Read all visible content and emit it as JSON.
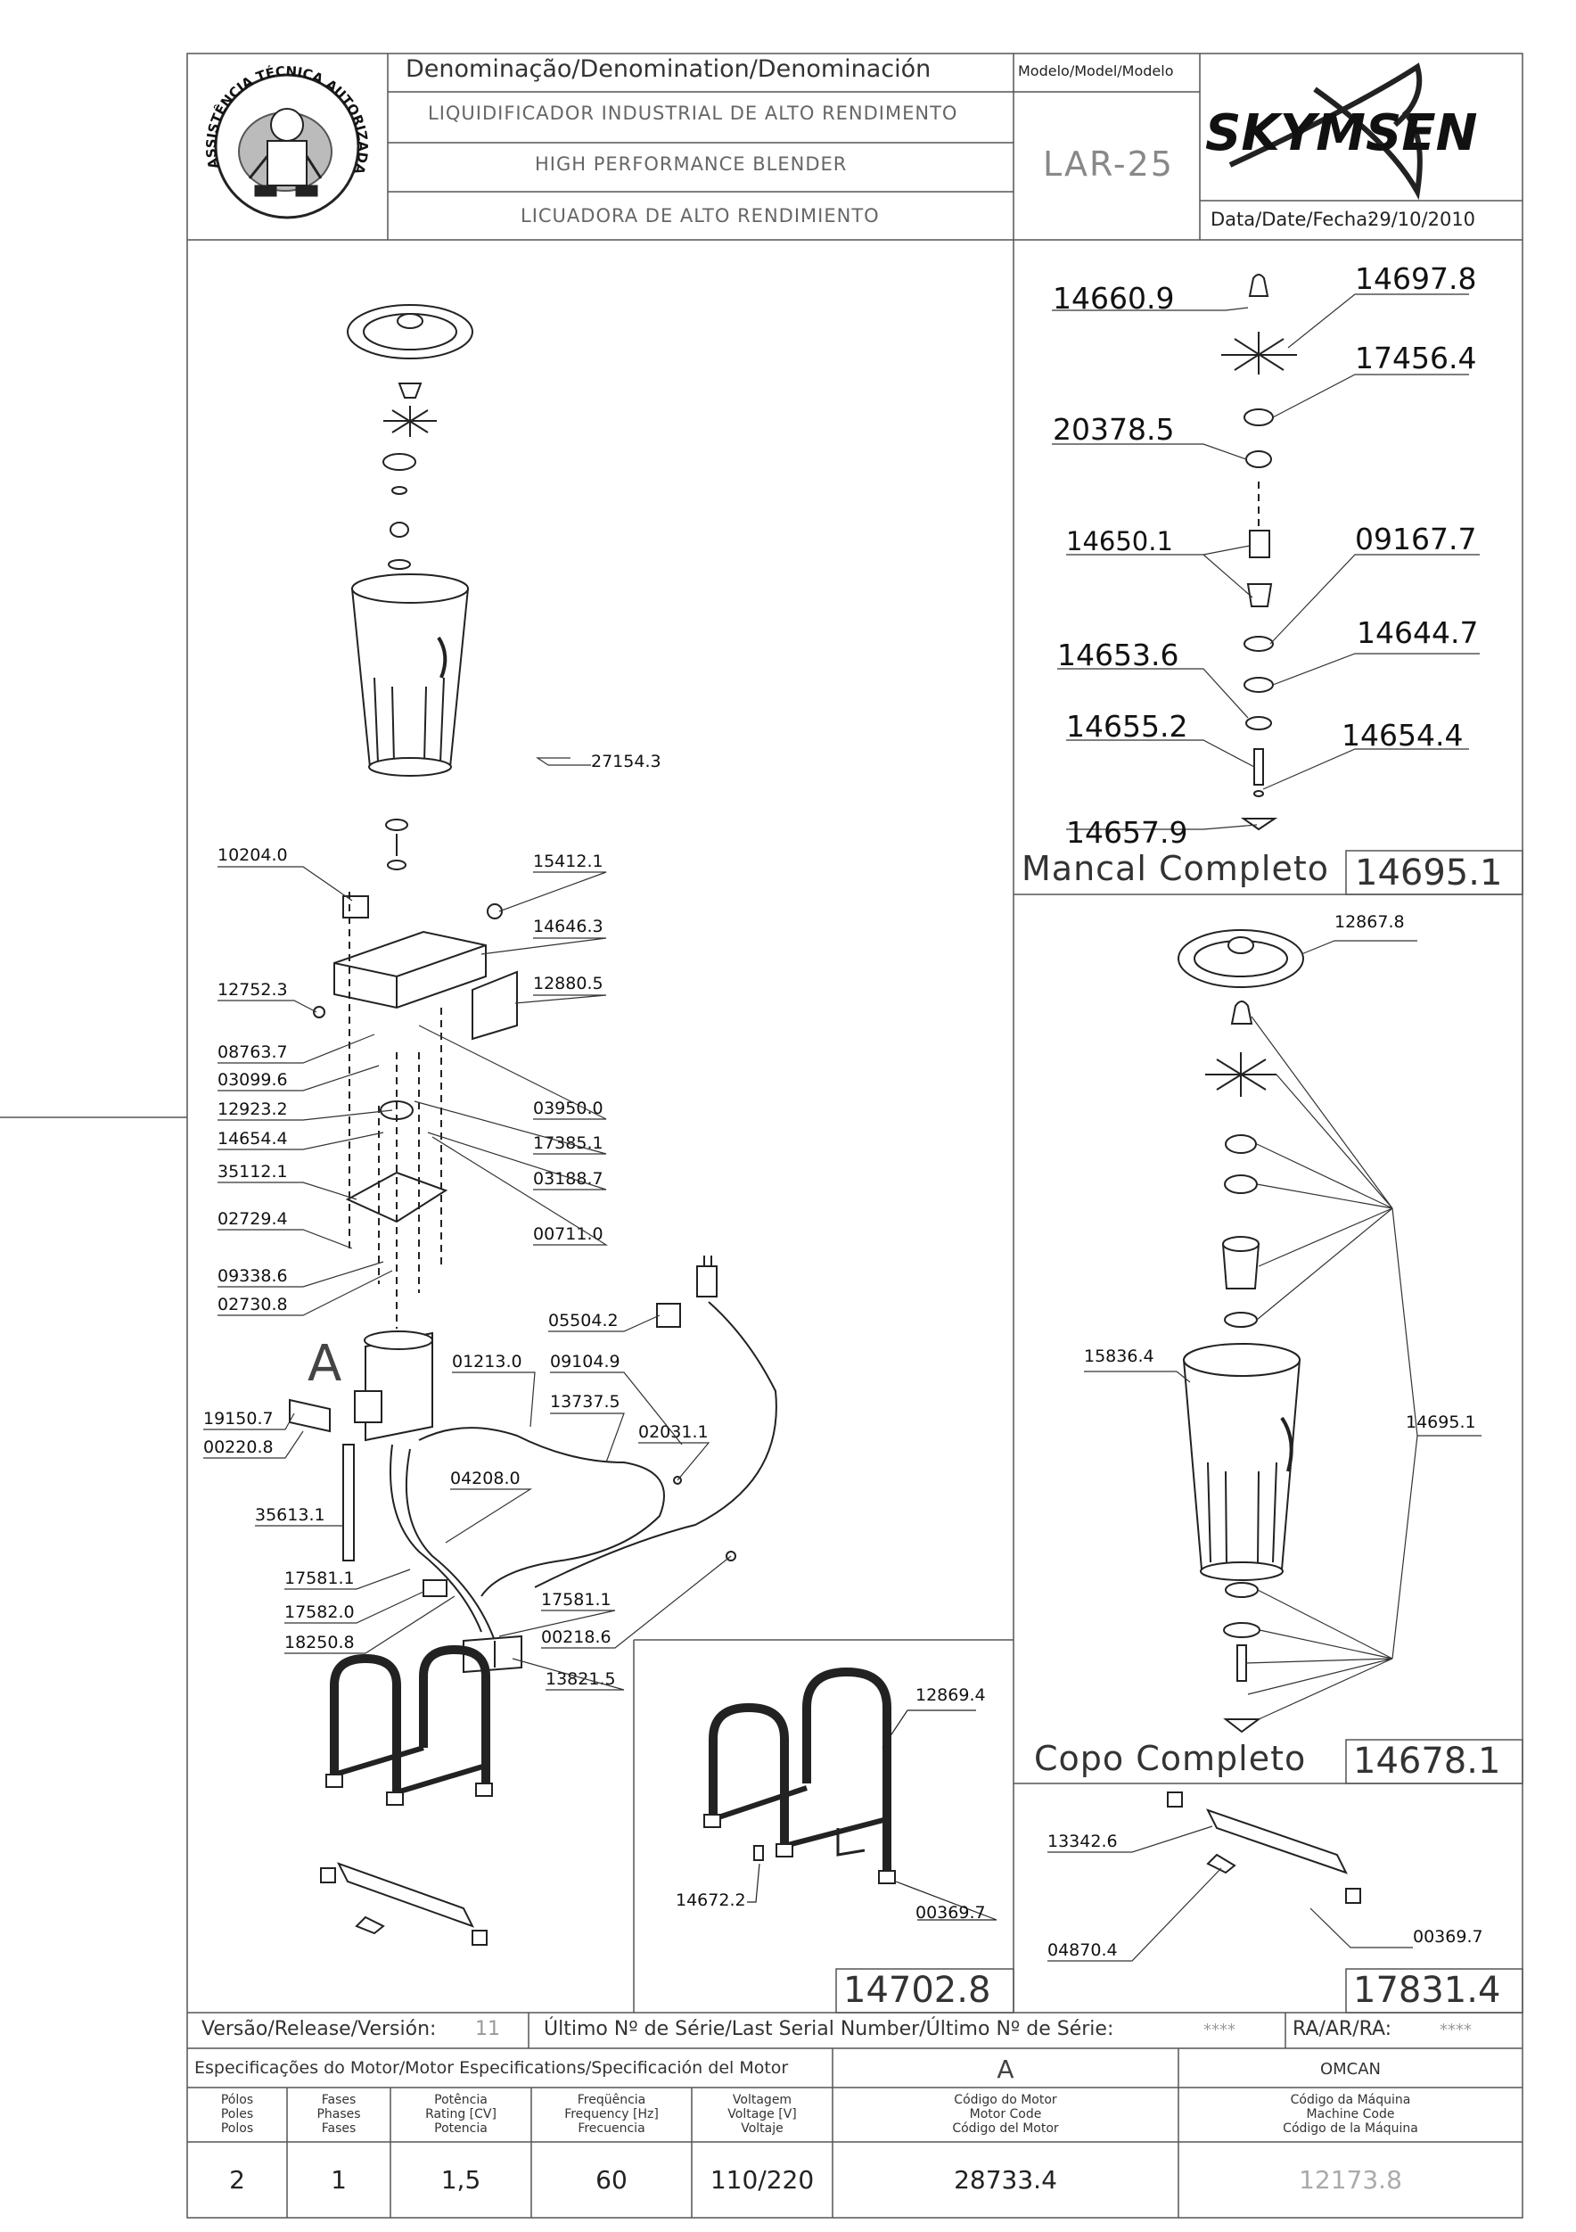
{
  "header": {
    "denomination_label": "Denominação/Denomination/Denominación",
    "line_pt": "LIQUIDIFICADOR INDUSTRIAL DE ALTO RENDIMENTO",
    "line_en": "HIGH PERFORMANCE BLENDER",
    "line_es": "LICUADORA DE ALTO RENDIMIENTO",
    "model_label": "Modelo/Model/Modelo",
    "model_value": "LAR-25",
    "brand": "SKYMSEN",
    "date_label": "Data/Date/Fecha:",
    "date_value": "29/10/2010"
  },
  "seal": {
    "text": "ASSISTÊNCIA TÉCNICA AUTORIZADA"
  },
  "main_parts": [
    "27154.3",
    "10204.0",
    "15412.1",
    "14646.3",
    "12752.3",
    "12880.5",
    "08763.7",
    "03099.6",
    "03950.0",
    "12923.2",
    "17385.1",
    "14654.4",
    "03188.7",
    "35112.1",
    "00711.0",
    "02729.4",
    "09338.6",
    "02730.8",
    "05504.2",
    "01213.0",
    "09104.9",
    "13737.5",
    "19150.7",
    "00220.8",
    "02031.1",
    "04208.0",
    "35613.1",
    "17581.1",
    "17582.0",
    "17581.1",
    "00218.6",
    "18250.8",
    "13821.5"
  ],
  "motor_marker": "A",
  "bearing_panel": {
    "parts": [
      "14660.9",
      "14697.8",
      "17456.4",
      "20378.5",
      "14650.1",
      "09167.7",
      "14644.7",
      "14653.6",
      "14655.2",
      "14654.4",
      "14657.9"
    ],
    "title": "Mancal Completo",
    "code": "14695.1"
  },
  "cup_panel": {
    "parts": [
      "12867.8",
      "15836.4",
      "14695.1"
    ],
    "title": "Copo Completo",
    "code": "14678.1"
  },
  "stand_panel": {
    "parts": [
      "12869.4",
      "14672.2",
      "00369.7"
    ],
    "code": "14702.8"
  },
  "foot_panel": {
    "parts": [
      "13342.6",
      "04870.4",
      "00369.7"
    ],
    "code": "17831.4"
  },
  "footer": {
    "release_label": "Versão/Release/Versión:",
    "release_value": "11",
    "serial_label": "Último Nº de Série/Last Serial Number/Último Nº de Série:",
    "serial_value": "****",
    "ra_label": "RA/AR/RA:",
    "ra_value": "****",
    "motor_spec_label": "Especificações do Motor/Motor Especifications/Specificación del Motor",
    "motor_marker": "A",
    "omcan_label": "OMCAN",
    "col_poles": "Pólos\nPoles\nPolos",
    "col_phases": "Fases\nPhases\nFases",
    "col_rating": "Potência\nRating [CV]\nPotencia",
    "col_freq": "Freqüência\nFrequency [Hz]\nFrecuencia",
    "col_voltage": "Voltagem\nVoltage [V]\nVoltaje",
    "col_motor_code": "Código do Motor\nMotor Code\nCódigo del Motor",
    "col_machine_code": "Código da Máquina\nMachine Code\nCódigo de la Máquina",
    "val_poles": "2",
    "val_phases": "1",
    "val_rating": "1,5",
    "val_freq": "60",
    "val_voltage": "110/220",
    "val_motor_code": "28733.4",
    "val_machine_code": "12173.8"
  }
}
